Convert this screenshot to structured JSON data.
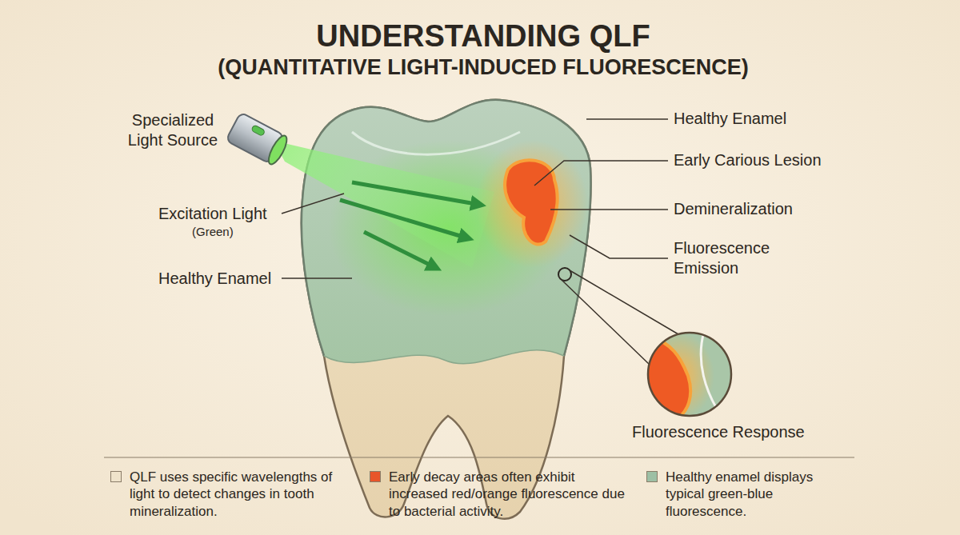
{
  "diagram": {
    "title": "UNDERSTANDING QLF",
    "labels": [
      "(QUANTITATIVE LIGHT-INDUCED FLUORESCENCE)",
      "Specialized Light Source",
      "Excitation Light",
      "(Green)",
      "Healthy Enamel",
      "Healthy Enamel",
      "Early Carious Lesion",
      "Demineralization",
      "Fluorescence Emission",
      "Fluorescence Response"
    ],
    "legend": [
      {
        "text": "QLF uses specific wavelengths of light to detect changes in tooth mineralization.",
        "color": "#efe3cb"
      },
      {
        "text": "Early decay areas often exhibit increased red/orange fluorescence due to bacterial activity.",
        "color": "#e8552a"
      },
      {
        "text": "Healthy enamel displays typical green-blue fluorescence.",
        "color": "#9dbfa4"
      }
    ]
  }
}
